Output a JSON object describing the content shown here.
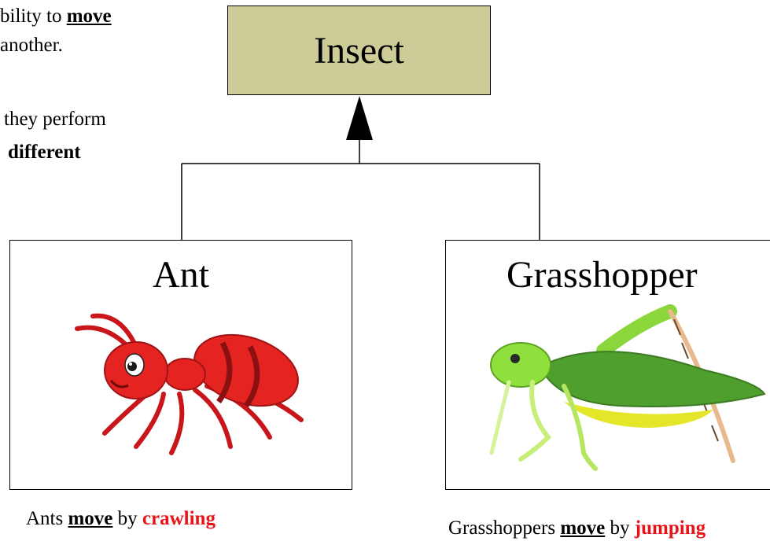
{
  "fragments": {
    "line1_pre": "bility to ",
    "line1_move": "move",
    "line2": "another.",
    "line3": "they perform",
    "line4": "different"
  },
  "parent_class": {
    "label": "Insect",
    "fill": "#cdcc98"
  },
  "children": {
    "ant": {
      "label": "Ant",
      "caption_pre": "Ants ",
      "caption_move": "move",
      "caption_mid": " by ",
      "caption_method": "crawling"
    },
    "grasshopper": {
      "label": "Grasshopper",
      "caption_pre": "Grasshoppers ",
      "caption_move": "move",
      "caption_mid": " by ",
      "caption_method": "jumping"
    }
  },
  "colors": {
    "accent_red": "#e8141a",
    "ant_red": "#e52320",
    "grasshopper_green": "#7ed321"
  }
}
